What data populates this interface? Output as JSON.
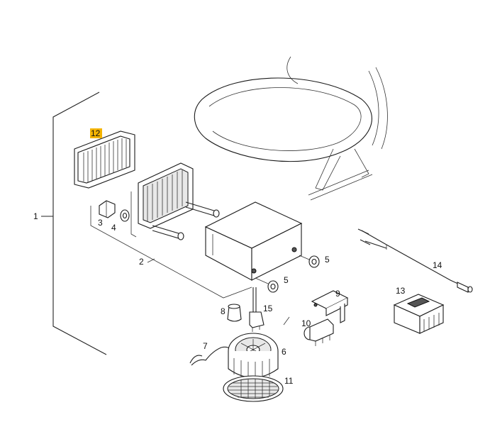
{
  "diagram": {
    "highlight_color": "#f4b400",
    "callouts": {
      "c1": "1",
      "c2": "2",
      "c3": "3",
      "c4": "4",
      "c5a": "5",
      "c5b": "5",
      "c6": "6",
      "c7": "7",
      "c8": "8",
      "c9": "9",
      "c10": "10",
      "c11": "11",
      "c12": "12",
      "c13": "13",
      "c14": "14",
      "c15": "15"
    }
  }
}
